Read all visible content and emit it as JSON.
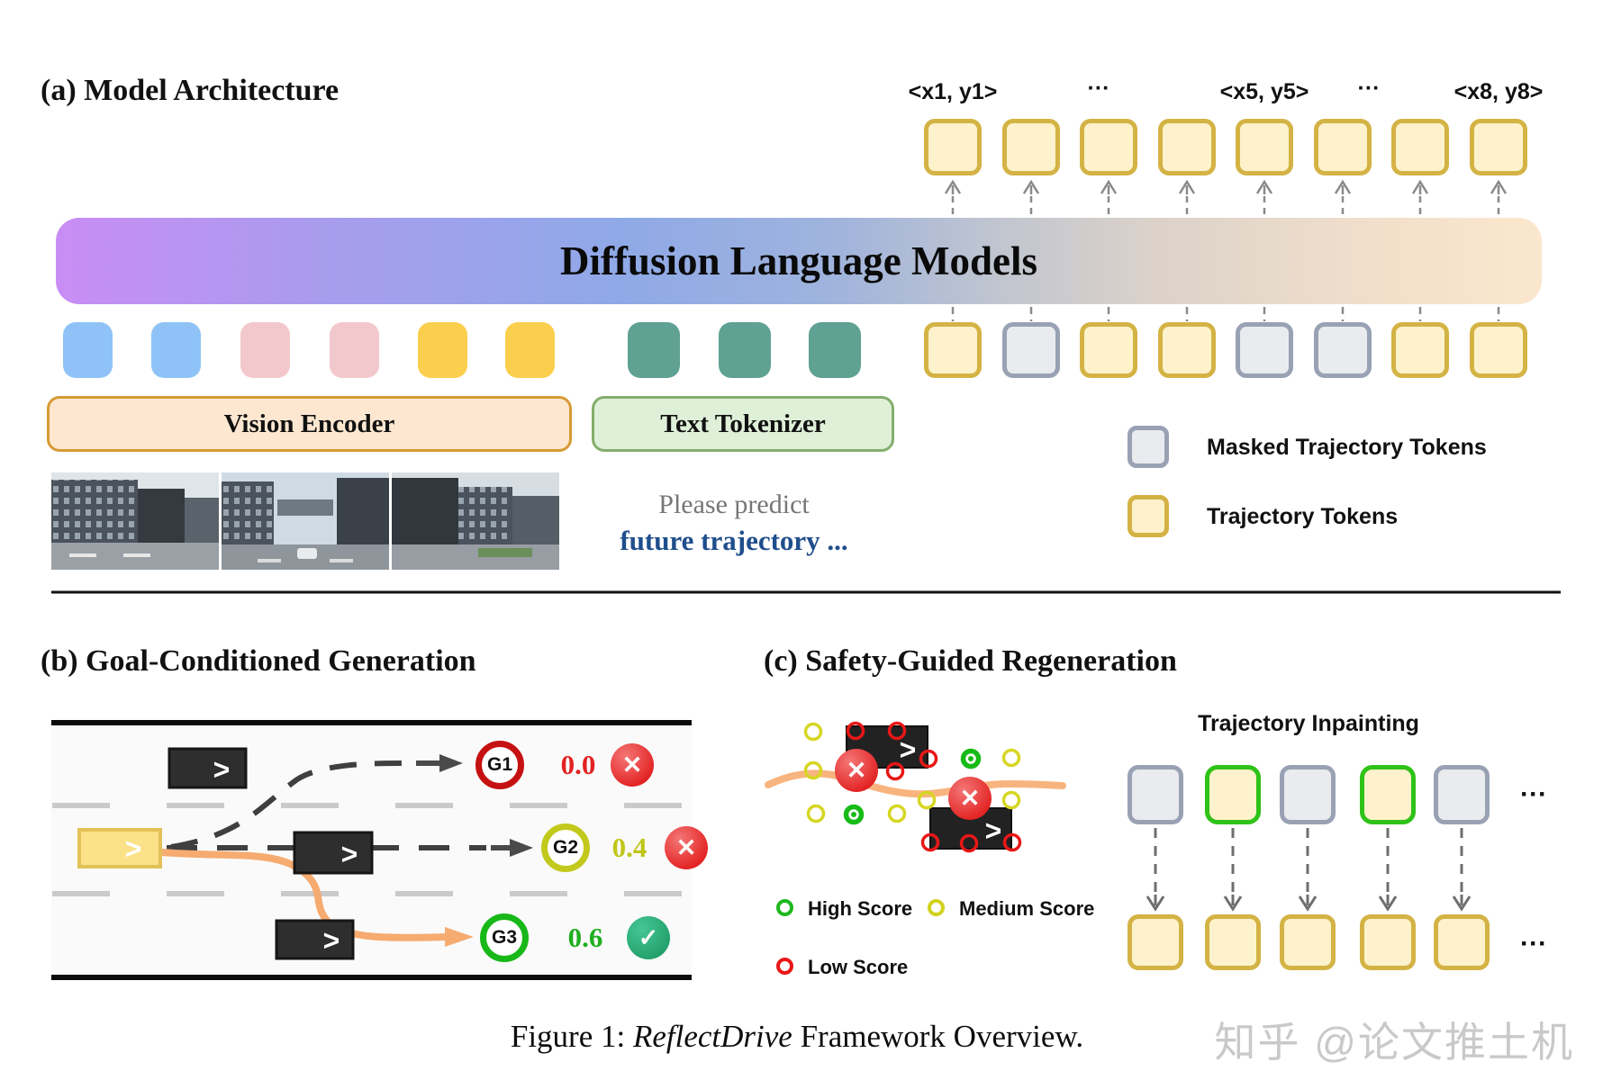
{
  "glyphs": {
    "car": ">",
    "cross": "✕",
    "check": "✓"
  },
  "colors": {
    "trajectory_token_fill": "#fdf2cb",
    "trajectory_token_border": "#d4b345",
    "masked_token_fill": "#e9ebee",
    "masked_token_border": "#99a2b4",
    "inpaint_keep_border": "#2fc218",
    "input_blue": "#8fc3f8",
    "input_pink": "#f3c8cc",
    "input_yellow": "#fbcf4e",
    "input_teal": "#5fa192",
    "bar_gradient": [
      "#c98df4",
      "#8fa9e7",
      "#c2c6cf",
      "#fbe7cd"
    ],
    "ego_car": "#fbe289",
    "other_car": "#2e2e2e",
    "trajectory_orange": "#f6ab70",
    "score_low": "#e32222",
    "score_mid": "#c9cd1e",
    "score_high": "#1fae1f",
    "check_badge": "#23a06b"
  },
  "panel_a": {
    "title": "(a) Model Architecture",
    "bar_title": "Diffusion Language Models",
    "output_token_labels": [
      "<x1, y1>",
      "···",
      "<x5, y5>",
      "···",
      "<x8, y8>"
    ],
    "output_tokens": [
      "trajectory",
      "trajectory",
      "trajectory",
      "trajectory",
      "trajectory",
      "trajectory",
      "trajectory",
      "trajectory"
    ],
    "middle_tokens": [
      "trajectory",
      "masked",
      "trajectory",
      "trajectory",
      "masked",
      "masked",
      "trajectory",
      "trajectory"
    ],
    "input_tokens": [
      "blue",
      "blue",
      "pink",
      "pink",
      "yellow",
      "yellow",
      "teal",
      "teal",
      "teal"
    ],
    "vision_encoder_label": "Vision Encoder",
    "text_tokenizer_label": "Text Tokenizer",
    "prompt_line1": "Please predict",
    "prompt_line2": "future trajectory ...",
    "legend": [
      {
        "swatch": "masked",
        "label": "Masked Trajectory Tokens"
      },
      {
        "swatch": "trajectory",
        "label": "Trajectory Tokens"
      }
    ]
  },
  "panel_b": {
    "title": "(b) Goal-Conditioned Generation",
    "goals": [
      {
        "id": "G1",
        "score": "0.0",
        "result": "✕"
      },
      {
        "id": "G2",
        "score": "0.4",
        "result": "✕"
      },
      {
        "id": "G3",
        "score": "0.6",
        "result": "✓"
      }
    ]
  },
  "panel_c": {
    "title": "(c) Safety-Guided Regeneration",
    "inpainting_title": "Trajectory Inpainting",
    "inpaint_top_tokens": [
      "masked",
      "keep",
      "masked",
      "keep",
      "masked"
    ],
    "inpaint_bottom_tokens": [
      "trajectory",
      "trajectory",
      "trajectory",
      "trajectory",
      "trajectory"
    ],
    "ellipsis": "···",
    "legend": [
      {
        "level": "high",
        "label": "High Score"
      },
      {
        "level": "medium",
        "label": "Medium Score"
      },
      {
        "level": "low",
        "label": "Low Score"
      }
    ],
    "scene_points": {
      "yellow": [
        [
          903,
          813
        ],
        [
          903,
          856
        ],
        [
          906,
          904
        ],
        [
          996,
          904
        ],
        [
          1029,
          889
        ],
        [
          1123,
          842
        ],
        [
          1123,
          889
        ]
      ],
      "red": [
        [
          950,
          812
        ],
        [
          996,
          812
        ],
        [
          1031,
          843
        ],
        [
          994,
          857
        ],
        [
          1033,
          936
        ],
        [
          1076,
          937
        ],
        [
          1124,
          936
        ]
      ],
      "green": [
        [
          1078,
          843
        ],
        [
          948,
          905
        ]
      ]
    }
  },
  "caption": {
    "prefix": "Figure 1: ",
    "emph": "ReflectDrive",
    "suffix": " Framework Overview."
  },
  "watermark": "知乎 @论文推土机"
}
